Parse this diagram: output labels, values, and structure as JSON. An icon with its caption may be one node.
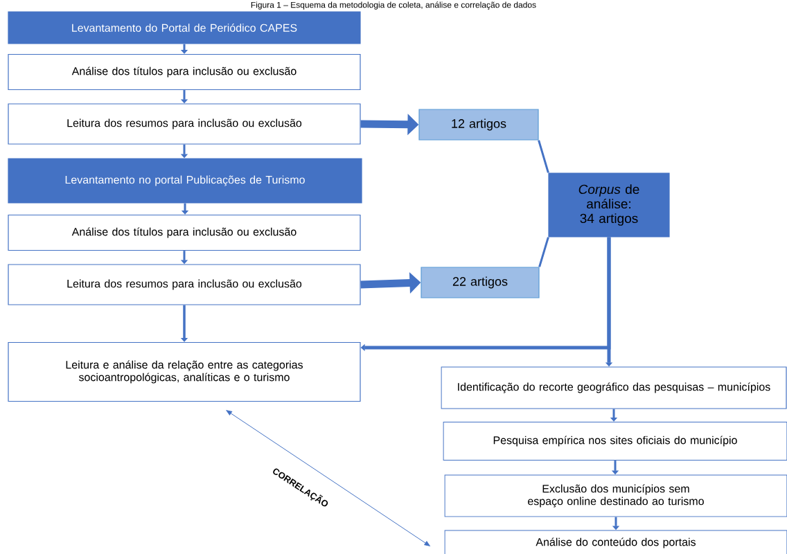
{
  "diagram": {
    "title": "Figura 1 – Esquema da metodologia de coleta, análise e correlação de dados",
    "nodes": [
      {
        "text": [
          "Levantamento do Portal de Periódico CAPES"
        ]
      },
      {
        "text": [
          "Análise dos títulos para inclusão ou exclusão"
        ]
      },
      {
        "text": [
          "Leitura dos resumos para inclusão ou exclusão"
        ]
      },
      {
        "text": [
          "Levantamento no portal Publicações de Turismo"
        ]
      },
      {
        "text": [
          "Análise dos títulos para inclusão ou exclusão"
        ]
      },
      {
        "text": [
          "Leitura dos resumos para inclusão ou exclusão"
        ]
      },
      {
        "text": [
          "Leitura e análise da relação entre as categorias socioantropológicas, analíticas e o turismo"
        ]
      },
      {
        "text": [
          "12 artigos"
        ]
      },
      {
        "text": [
          "22 artigos"
        ]
      },
      {
        "text": [
          "*Corpus* de análise: 34 artigos"
        ]
      },
      {
        "text": [
          "Identificação do recorte geográfico das pesquisas – municípios"
        ]
      },
      {
        "text": [
          "Pesquisa empírica nos sites oficiais do município"
        ]
      },
      {
        "text": [
          "Exclusão dos municípios sem espaço online destinado ao turismo"
        ]
      },
      {
        "text": [
          "Análise do conteúdo dos portais"
        ]
      }
    ],
    "edges": [
      {
        "from": 0,
        "to": 1,
        "arrow": "to"
      },
      {
        "from": 1,
        "to": 2,
        "arrow": "to"
      },
      {
        "from": 2,
        "to": 3,
        "arrow": "to"
      },
      {
        "from": 3,
        "to": 4,
        "arrow": "to"
      },
      {
        "from": 4,
        "to": 5,
        "arrow": "to"
      },
      {
        "from": 2,
        "to": 7,
        "arrow": "to",
        "style": "thick"
      },
      {
        "from": 5,
        "to": 8,
        "arrow": "to",
        "style": "thick"
      },
      {
        "from": 7,
        "to": 9,
        "arrow": "none"
      },
      {
        "from": 8,
        "to": 9,
        "arrow": "none"
      },
      {
        "from": 5,
        "to": 6,
        "arrow": "to"
      },
      {
        "from": 9,
        "to": 6,
        "arrow": "to"
      },
      {
        "from": 9,
        "to": 10,
        "arrow": "to"
      },
      {
        "from": 10,
        "to": 11,
        "arrow": "to"
      },
      {
        "from": 11,
        "to": 12,
        "arrow": "to"
      },
      {
        "from": 12,
        "to": 13,
        "arrow": "to"
      },
      {
        "from": 6,
        "to": 13,
        "arrow": "both",
        "label": "CORRELAÇÃO"
      }
    ]
  }
}
